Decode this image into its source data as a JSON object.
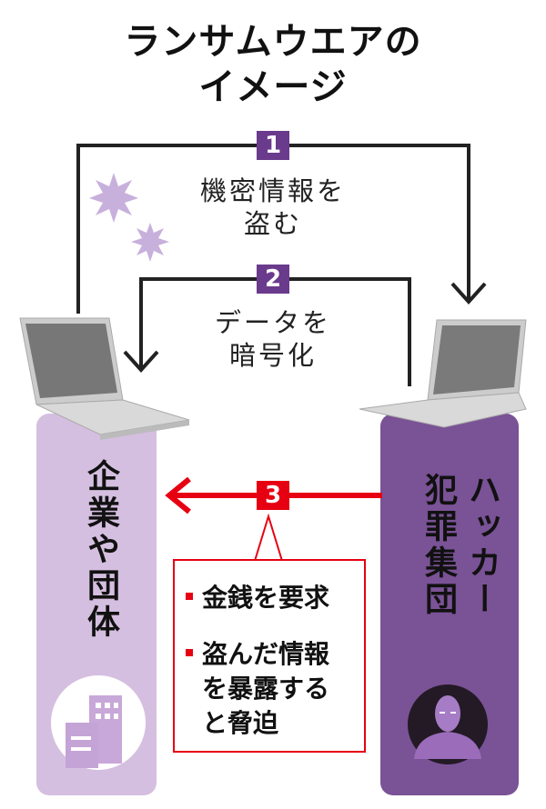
{
  "title": {
    "line1": "ランサムウエアの",
    "line2": "イメージ"
  },
  "steps": [
    {
      "number": "1",
      "caption_line1": "機密情報を",
      "caption_line2": "盗む"
    },
    {
      "number": "2",
      "caption_line1": "データを",
      "caption_line2": "暗号化"
    },
    {
      "number": "3"
    }
  ],
  "victim": {
    "label": "企業や団体",
    "icon": "building-icon"
  },
  "attacker": {
    "label_col1": "ハッカー",
    "label_col2": "犯罪集団",
    "icon": "hacker-icon"
  },
  "demands": {
    "item1": "金銭を要求",
    "item2_line1": "盗んだ情報",
    "item2_line2": "を暴露する",
    "item2_line3": "と脅迫"
  },
  "colors": {
    "step_purple": "#6a3a8c",
    "red": "#e60012",
    "victim_column": "#d5bfe0",
    "attacker_column": "#7a5296"
  }
}
